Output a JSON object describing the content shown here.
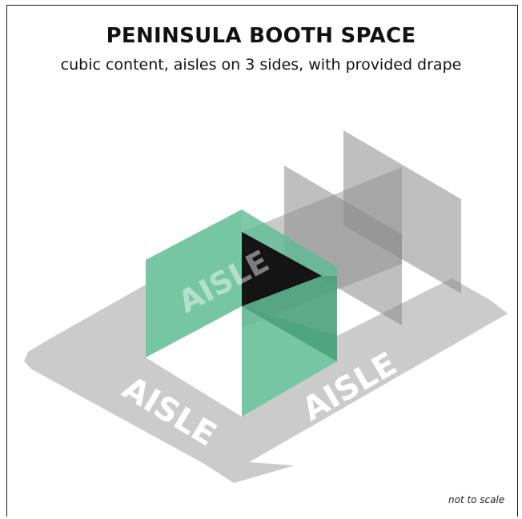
{
  "title": "PENINSULA BOOTH SPACE",
  "subtitle": "cubic content, aisles on 3 sides, with provided drape",
  "aisle_labels": {
    "left": "AISLE",
    "center": "AISLE",
    "right": "AISLE"
  },
  "note": "not to scale",
  "colors": {
    "aisle_fill": "#cbcbcb",
    "booth_wall": "#5ebc94",
    "booth_wall_dark": "#3f8f6d",
    "booth_back_triangle": "#141414",
    "drape_gray": "#8a8a8a",
    "frame": "#1a1a1a"
  }
}
